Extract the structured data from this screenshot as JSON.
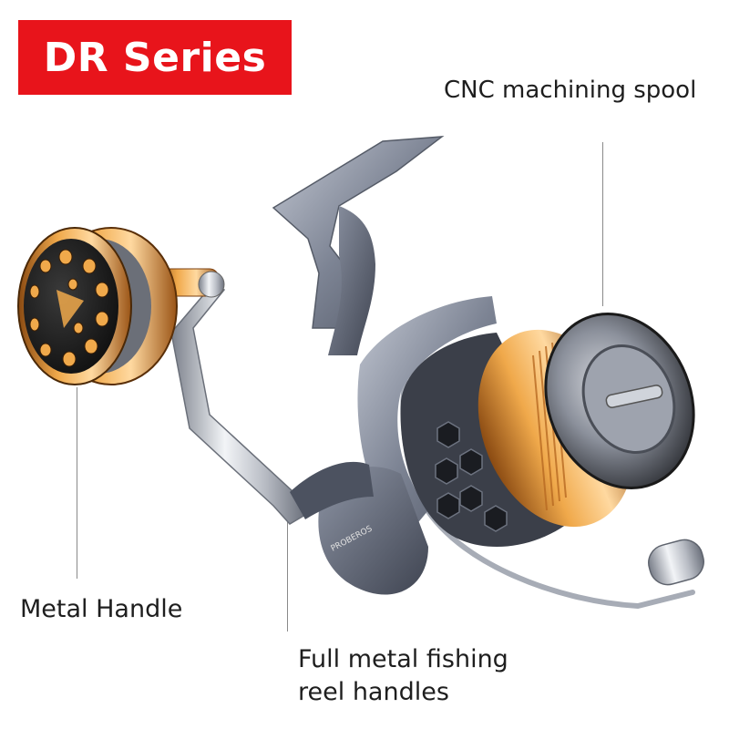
{
  "badge": {
    "text": "DR Series",
    "color": "#e8141b"
  },
  "labels": {
    "spool": "CNC machining spool",
    "metal_handle": "Metal Handle",
    "full_metal_line1": "Full metal  fishing",
    "full_metal_line2": "reel  handles"
  },
  "product": {
    "brand_on_body": "PROBEROS"
  }
}
